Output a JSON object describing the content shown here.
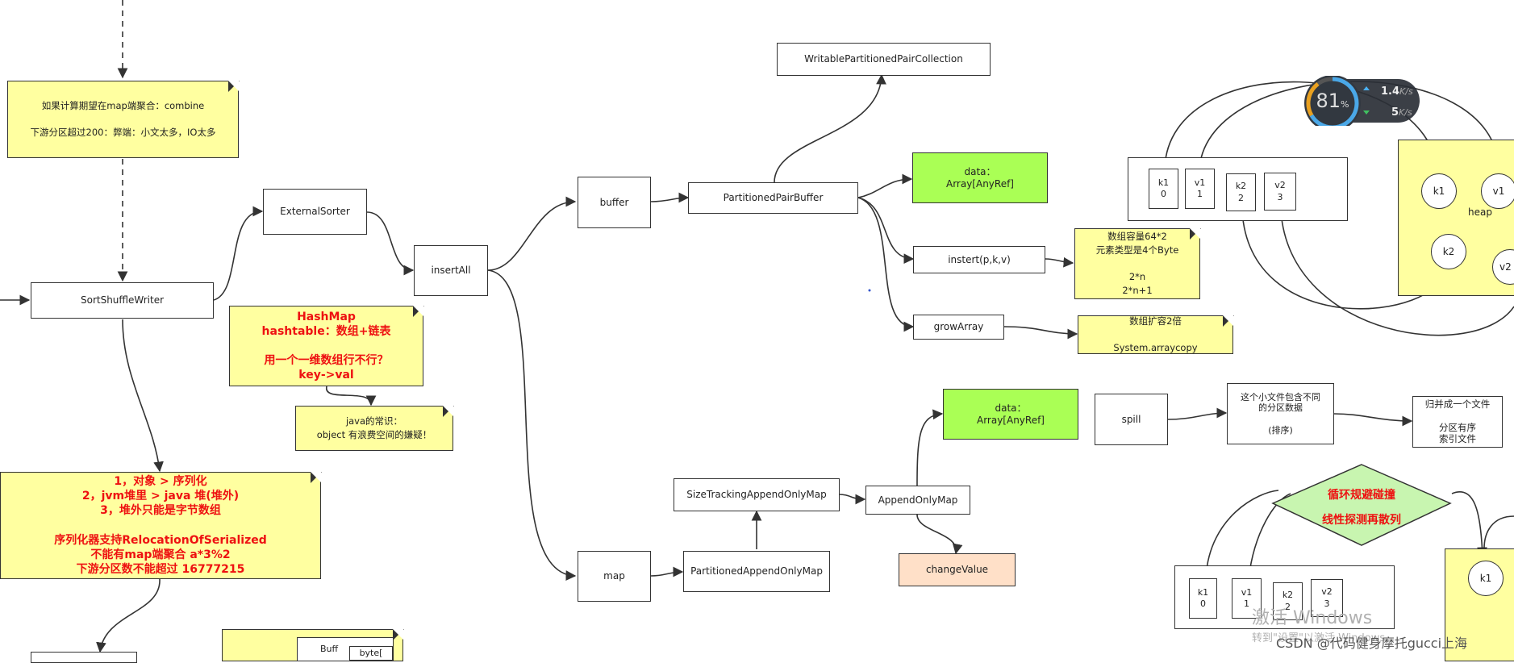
{
  "nodes": {
    "sort_shuffle_writer": "SortShuffleWriter",
    "external_sorter": "ExternalSorter",
    "insert_all": "insertAll",
    "buffer": "buffer",
    "partitioned_pair_buffer": "PartitionedPairBuffer",
    "writable_collection": "WritablePartitionedPairCollection",
    "data_array_1": "data：\nArray[AnyRef]",
    "insert_pkv": "instert(p,k,v)",
    "grow_array": "growArray",
    "map": "map",
    "partitioned_append_only_map": "PartitionedAppendOnlyMap",
    "size_tracking_map": "SizeTrackingAppendOnlyMap",
    "append_only_map": "AppendOnlyMap",
    "data_array_2": "data：\nArray[AnyRef]",
    "change_value": "changeValue",
    "spill": "spill",
    "spill_desc": "这个小文件包含不同\n的分区数据\n\n(排序)",
    "merge_file": "归并成一个文件\n\n分区有序\n索引文件",
    "buff_partial": "Buff",
    "byte_partial": "byte["
  },
  "notes": {
    "combine": "如果计算期望在map端聚合：combine\n\n下游分区超过200：弊端：小文太多，IO太多",
    "hashmap": "HashMap\nhashtable：数组+链表\n\n用一个一维数组行不行？\nkey->val",
    "java_common": "java的常识：\nobject  有浪费空间的嫌疑！",
    "serialize": "1，对象 > 序列化\n2，jvm堆里  >  java 堆(堆外)\n3，堆外只能是字节数组\n\n序列化器支持RelocationOfSerialized\n不能有map端聚合   a*3%2\n下游分区数不能超过       16777215",
    "capacity": "数组容量64*2\n元素类型是4个Byte\n\n2*n\n2*n+1",
    "grow_double": "数组扩容2倍\n\nSystem.arraycopy"
  },
  "array1_cells": [
    "k1\n0",
    "v1\n1",
    "k2\n2",
    "v2\n3"
  ],
  "array2_cells": [
    "k1\n0",
    "v1\n1",
    "k2\n2",
    "v2\n3"
  ],
  "heap1": {
    "label": "heap",
    "circles": [
      "k1",
      "v1",
      "k2",
      "v2"
    ]
  },
  "heap2": {
    "circles": [
      "k1"
    ]
  },
  "diamond": {
    "line1": "循环规避碰撞",
    "line2": "线性探测再散列"
  },
  "gauge": {
    "percent": "81",
    "unit": "%",
    "up": "1.4",
    "down": "5",
    "rate_unit": "K/s"
  },
  "watermark": {
    "windows": "激活 Windows",
    "windows_sub": "转到\"设置\"以激活 Windows。",
    "csdn": "CSDN @代码健身摩托gucci上海"
  },
  "colors": {
    "note": "#ffffa0",
    "green": "#aaff55",
    "peach": "#ffe0c8",
    "alert": "#ee1111"
  }
}
